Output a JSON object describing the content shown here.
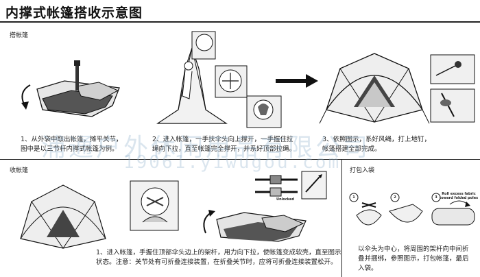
{
  "title": "内撑式帐篷搭收示意图",
  "sections": {
    "setup": {
      "label": "搭帐篷",
      "captions": [
        [
          "1、从外袋中取出帐篷，摊平关节，",
          "图中是以三节杆内撑式帐篷为例。"
        ],
        [
          "2、进入帐篷，一手扶伞头向上撑开，一手握住拉",
          "绳向下拉，直至帐篷完全撑开，并系好顶部拉绳。"
        ],
        [
          "3、依照图示，系好风绳，打上地钉，",
          "帐篷搭建全部完成。"
        ]
      ]
    },
    "takedown": {
      "label": "收帐篷",
      "unlock_label": "Unlocked",
      "caption": [
        "1、进入帐篷，手握住顶部伞头边上的架杆，用力向下拉，使帐篷变成软壳，直至图示",
        "状态。注意：关节处有可折叠连接装置，在折叠关节时，应将可折叠连接装置松开。"
      ]
    },
    "packing": {
      "label": "打包入袋",
      "step_labels": [
        "1",
        "2",
        "3"
      ],
      "roll_note": [
        "Roll excess fabric",
        "toward folded poles"
      ],
      "caption": [
        "以伞头为中心，将周围的架杆向中间折",
        "叠并捆绑，参照图示，打包帐篷，最后",
        "入袋。"
      ]
    }
  },
  "watermark": {
    "text": "浦通户外休闲用品有限公司",
    "url": "19061.yiwugou.com"
  }
}
